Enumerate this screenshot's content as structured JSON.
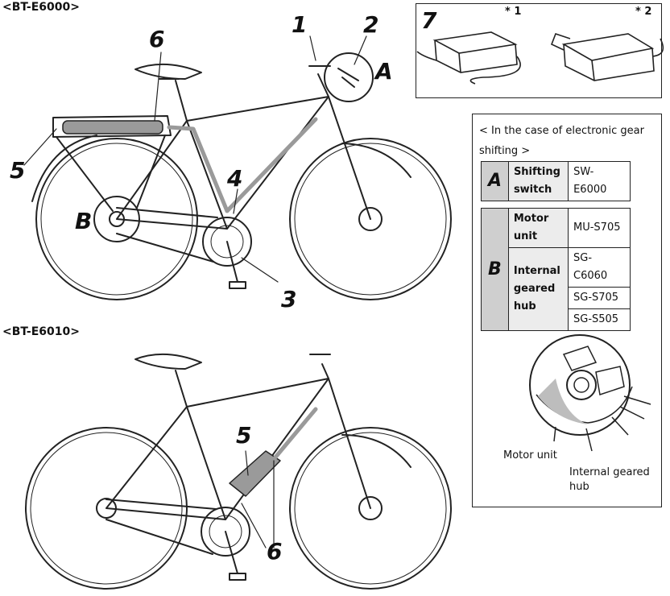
{
  "headers": {
    "top_model": "<BT-E6000>",
    "bottom_model": "<BT-E6010>"
  },
  "callouts": {
    "n1": "1",
    "n2": "2",
    "n3": "3",
    "n4": "4",
    "n5": "5",
    "n6": "6",
    "b5": "5",
    "b6a": "6",
    "b6b": "6",
    "A": "A",
    "B": "B"
  },
  "charger": {
    "label": "7",
    "variant1": "* 1",
    "variant2": "* 2"
  },
  "compat": {
    "title": "< In the case of electronic gear shifting >",
    "rows": [
      {
        "key": "A",
        "items": [
          {
            "desc": "Shifting switch",
            "parts": [
              "SW-E6000"
            ]
          }
        ]
      },
      {
        "key": "B",
        "items": [
          {
            "desc": "Motor unit",
            "parts": [
              "MU-S705"
            ]
          },
          {
            "desc": "Internal geared hub",
            "parts": [
              "SG-C6060",
              "SG-S705",
              "SG-S505"
            ]
          }
        ]
      }
    ],
    "diagram_labels": {
      "motor_unit": "Motor unit",
      "hub": "Internal geared hub"
    }
  }
}
